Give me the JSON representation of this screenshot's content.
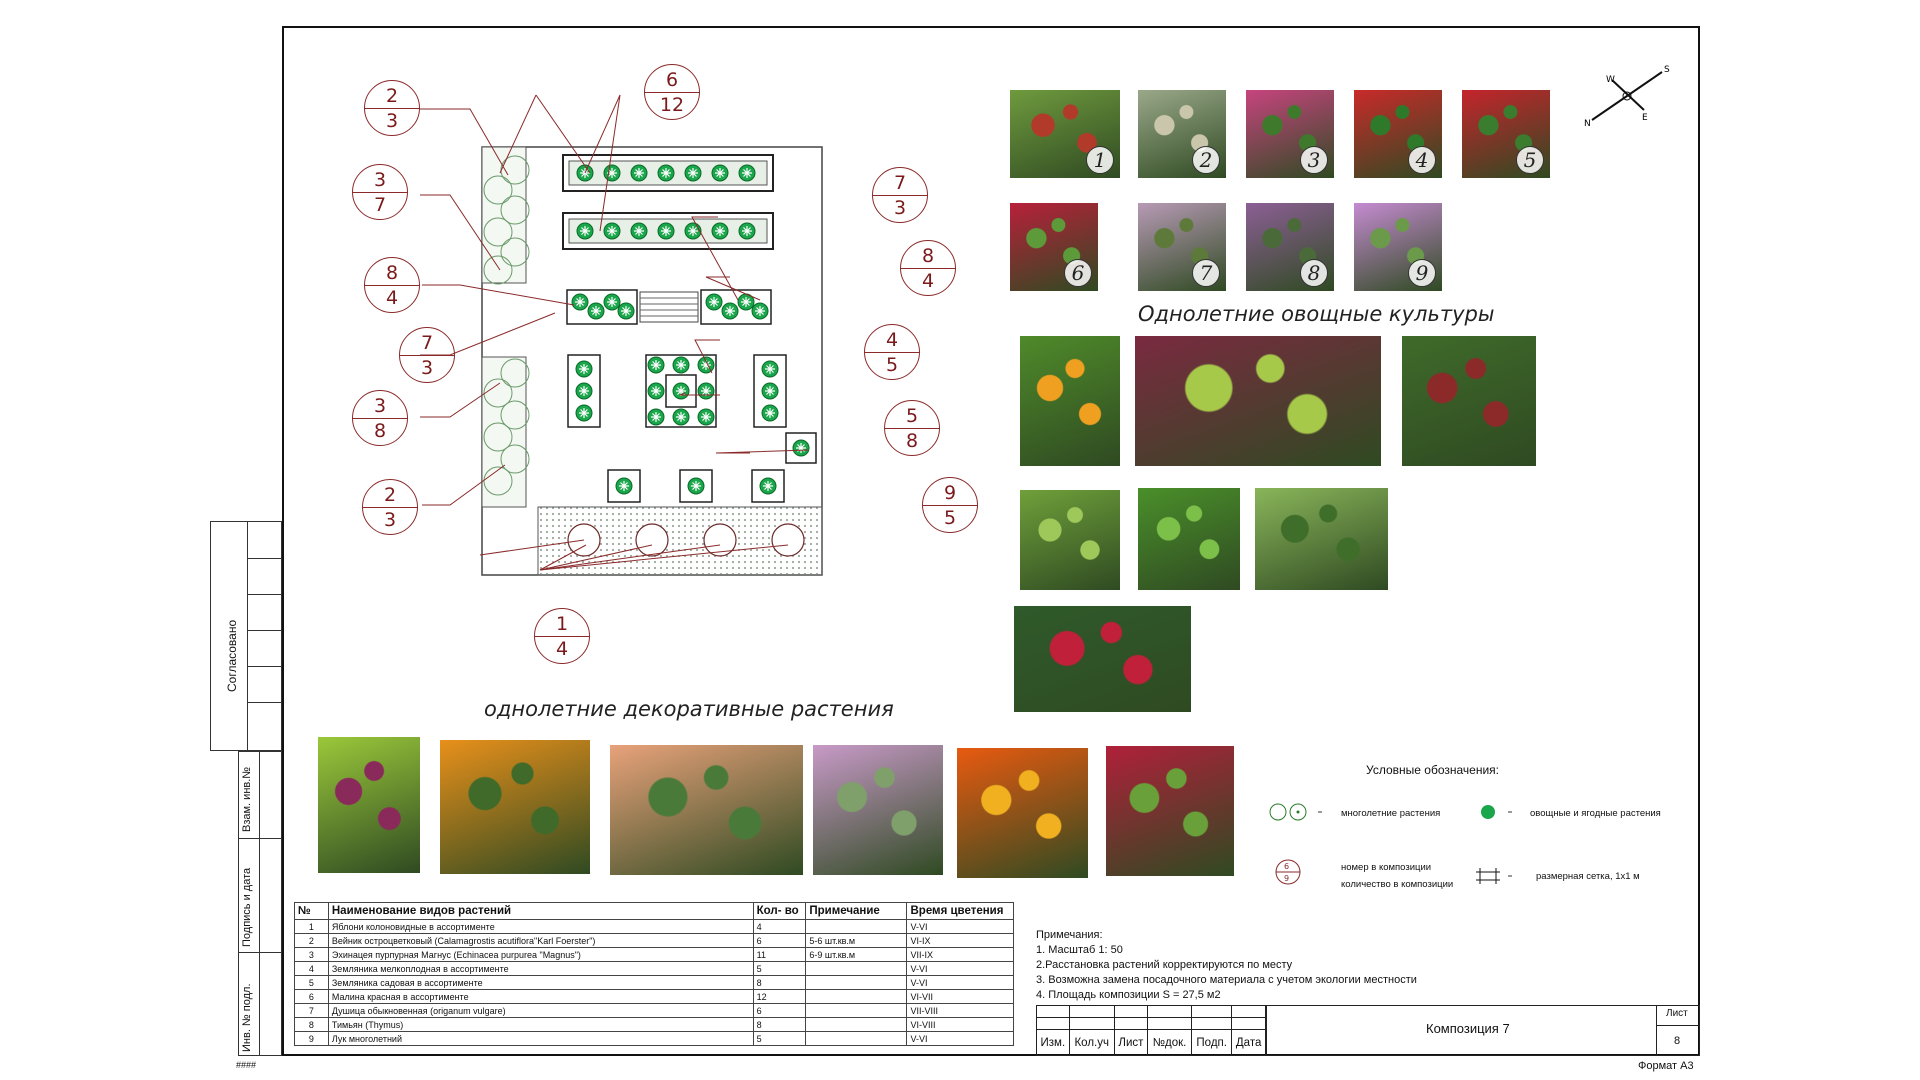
{
  "labels": {
    "annual_vegetables": "Однолетние овощные культуры",
    "annual_decorative": "однолетние декоративные растения",
    "legend_title": "Условные обозначения:",
    "legend_perennial": "многолетние растения",
    "legend_vegetable": "овощные и ягодные растения",
    "legend_number": "номер в композиции",
    "legend_count": "количество в композиции",
    "legend_grid": "размерная сетка, 1х1 м",
    "legend_sample_num": "6",
    "legend_sample_count": "9",
    "hash": "####",
    "format": "Формат А3"
  },
  "photos_top": [
    {
      "num": "1",
      "color": "#6f9a3e",
      "accent": "#b23a2a"
    },
    {
      "num": "2",
      "color": "#9aa88a",
      "accent": "#c9c6ab"
    },
    {
      "num": "3",
      "color": "#c7447e",
      "accent": "#3f7a2c"
    },
    {
      "num": "4",
      "color": "#c92a2a",
      "accent": "#2f7a2a"
    },
    {
      "num": "5",
      "color": "#c5242c",
      "accent": "#3b7d2e"
    },
    {
      "num": "6",
      "color": "#b8203a",
      "accent": "#5d9a3a"
    },
    {
      "num": "7",
      "color": "#b79ab5",
      "accent": "#5d7a3a"
    },
    {
      "num": "8",
      "color": "#8c5f95",
      "accent": "#4a6a3a"
    },
    {
      "num": "9",
      "color": "#c58bd1",
      "accent": "#6a9a4a"
    }
  ],
  "veg_photos": [
    {
      "name": "tomato-photo",
      "color": "#4f8a2a",
      "accent": "#f0a020"
    },
    {
      "name": "lettuce-red-photo",
      "color": "#7a2a40",
      "accent": "#a7c94a"
    },
    {
      "name": "sorrel-photo",
      "color": "#3f6a2a",
      "accent": "#8c2a2a"
    },
    {
      "name": "basil-photo",
      "color": "#6fa03a",
      "accent": "#9fc85a"
    },
    {
      "name": "parsley-photo",
      "color": "#4a8f2a",
      "accent": "#7cc04a"
    },
    {
      "name": "celery-photo",
      "color": "#8ab55a",
      "accent": "#3e6e2a"
    },
    {
      "name": "chard-photo",
      "color": "#2f5a2a",
      "accent": "#c0203a"
    }
  ],
  "deco_photos": [
    {
      "name": "coleus-pot-photo",
      "color": "#9ac83a",
      "accent": "#8a2a5a"
    },
    {
      "name": "marigold-photo",
      "color": "#e8901a",
      "accent": "#3f6a2a"
    },
    {
      "name": "calibrachoa-photo",
      "color": "#e8a27a",
      "accent": "#4a7a3a"
    },
    {
      "name": "ornamental-cabbage-photo",
      "color": "#c89ac8",
      "accent": "#7fa06a"
    },
    {
      "name": "nasturtium-photo",
      "color": "#e85a10",
      "accent": "#f0b020"
    },
    {
      "name": "coleus-photo",
      "color": "#b0203a",
      "accent": "#6aa03a"
    }
  ],
  "callouts": [
    {
      "top": "2",
      "bottom": "3"
    },
    {
      "top": "3",
      "bottom": "7"
    },
    {
      "top": "8",
      "bottom": "4"
    },
    {
      "top": "7",
      "bottom": "3"
    },
    {
      "top": "3",
      "bottom": "8"
    },
    {
      "top": "2",
      "bottom": "3"
    },
    {
      "top": "6",
      "bottom": "12"
    },
    {
      "top": "7",
      "bottom": "3"
    },
    {
      "top": "8",
      "bottom": "4"
    },
    {
      "top": "4",
      "bottom": "5"
    },
    {
      "top": "5",
      "bottom": "8"
    },
    {
      "top": "9",
      "bottom": "5"
    },
    {
      "top": "1",
      "bottom": "4"
    }
  ],
  "table": {
    "headers": [
      "№",
      "Наименование видов растений",
      "Кол- во",
      "Примечание",
      "Время цветения"
    ],
    "rows": [
      [
        "1",
        "Яблони колоновидные в ассортименте",
        "4",
        "",
        "V-VI"
      ],
      [
        "2",
        "Вейник остроцветковый (Calamagrostis acutiflora\"Karl Foerster\")",
        "6",
        "5-6 шт.кв.м",
        "VI-IX"
      ],
      [
        "3",
        "Эхинацея пурпурная Магнус (Echinacea purpurea \"Magnus\")",
        "11",
        "6-9 шт.кв.м",
        "VII-IX"
      ],
      [
        "4",
        "Земляника мелкоплодная в ассортименте",
        "5",
        "",
        "V-VI"
      ],
      [
        "5",
        "Земляника садовая в ассортименте",
        "8",
        "",
        "V-VI"
      ],
      [
        "6",
        "Малина красная в ассортименте",
        "12",
        "",
        "VI-VII"
      ],
      [
        "7",
        "Душица обыкновенная (origanum vulgare)",
        "6",
        "",
        "VII-VIII"
      ],
      [
        "8",
        "Тимьян (Thymus)",
        "8",
        "",
        "VI-VIII"
      ],
      [
        "9",
        "Лук многолетний",
        "5",
        "",
        "V-VI"
      ]
    ]
  },
  "notes": [
    "Примечания:",
    "1. Масштаб 1: 50",
    "2.Расстановка растений  корректируются по месту",
    "3. Возможна замена посадочного материала с учетом экологии местности",
    "4. Площадь композиции S = 27,5 м2"
  ],
  "stamp": {
    "cols": [
      "Изм.",
      "Кол.уч",
      "Лист",
      "№док.",
      "Подп.",
      "Дата"
    ],
    "title": "Композиция 7",
    "sheet_label": "Лист",
    "sheet_num": "8"
  },
  "side": {
    "agreed": "Согласовано",
    "swap": "Взам. инв.№",
    "sign": "Подпись и дата",
    "inv": "Инв. № подл."
  },
  "compass": {
    "n": "N",
    "s": "S",
    "w": "W",
    "e": "E"
  }
}
